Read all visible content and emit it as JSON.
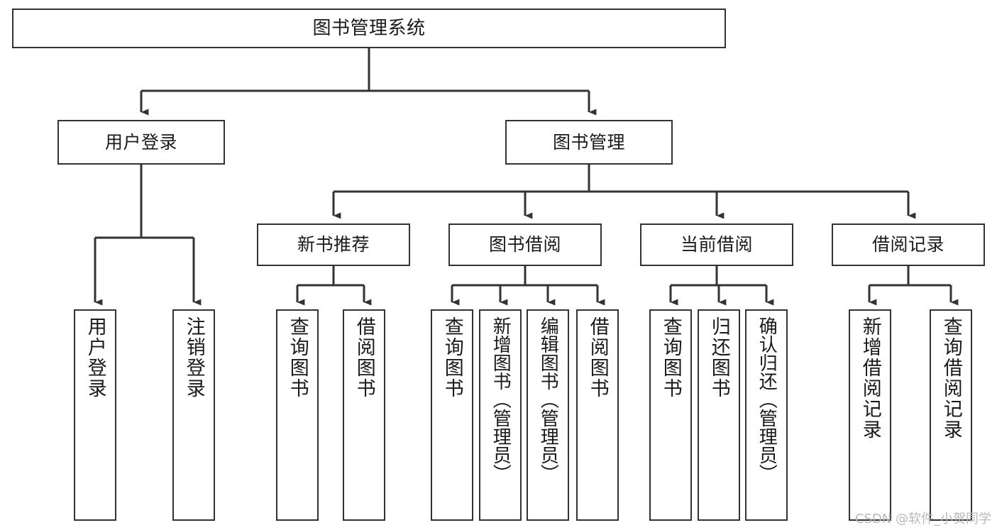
{
  "diagram": {
    "type": "tree-hierarchy",
    "title": "图书管理系统",
    "orientation": "top-down",
    "colors": {
      "node_border": "#333333",
      "node_fill": "#ffffff",
      "edge": "#333333",
      "text": "#1a1a1a",
      "watermark": "#b9b9b9",
      "background": "#ffffff"
    },
    "watermark": "CSDN @软件_小贺同学",
    "levels": {
      "level1": [
        "图书管理系统"
      ],
      "level2": [
        "用户登录",
        "图书管理"
      ],
      "level3": [
        "新书推荐",
        "图书借阅",
        "当前借阅",
        "借阅记录"
      ],
      "level4": [
        "用户登录",
        "注销登录",
        "查询图书",
        "借阅图书",
        "查询图书",
        "新增图书（管理员）",
        "编辑图书（管理员）",
        "借阅图书",
        "查询图书",
        "归还图书",
        "确认归还（管理员）",
        "新增借阅记录",
        "查询借阅记录"
      ]
    },
    "nodes": {
      "root": {
        "label": "图书管理系统",
        "level": 1
      },
      "user_login": {
        "label": "用户登录",
        "level": 2
      },
      "book_manage": {
        "label": "图书管理",
        "level": 2
      },
      "new_book_rec": {
        "label": "新书推荐",
        "level": 3
      },
      "book_borrow": {
        "label": "图书借阅",
        "level": 3
      },
      "current_borrow": {
        "label": "当前借阅",
        "level": 3
      },
      "borrow_record": {
        "label": "借阅记录",
        "level": 3
      },
      "leaf_user_login": {
        "label": "用户登录",
        "level": 4
      },
      "leaf_logout": {
        "label": "注销登录",
        "level": 4
      },
      "leaf_query_book_a": {
        "label": "查询图书",
        "level": 4
      },
      "leaf_borrow_book_a": {
        "label": "借阅图书",
        "level": 4
      },
      "leaf_query_book_b": {
        "label": "查询图书",
        "level": 4
      },
      "leaf_add_book": {
        "label": "新增图书（管理员）",
        "level": 4
      },
      "leaf_edit_book": {
        "label": "编辑图书（管理员）",
        "level": 4
      },
      "leaf_borrow_book_b": {
        "label": "借阅图书",
        "level": 4
      },
      "leaf_query_book_c": {
        "label": "查询图书",
        "level": 4
      },
      "leaf_return_book": {
        "label": "归还图书",
        "level": 4
      },
      "leaf_confirm_return": {
        "label": "确认归还（管理员）",
        "level": 4
      },
      "leaf_add_record": {
        "label": "新增借阅记录",
        "level": 4
      },
      "leaf_query_record": {
        "label": "查询借阅记录",
        "level": 4
      }
    },
    "edges": [
      {
        "from": "root",
        "to": "user_login"
      },
      {
        "from": "root",
        "to": "book_manage"
      },
      {
        "from": "user_login",
        "to": "leaf_user_login"
      },
      {
        "from": "user_login",
        "to": "leaf_logout"
      },
      {
        "from": "book_manage",
        "to": "new_book_rec"
      },
      {
        "from": "book_manage",
        "to": "book_borrow"
      },
      {
        "from": "book_manage",
        "to": "current_borrow"
      },
      {
        "from": "book_manage",
        "to": "borrow_record"
      },
      {
        "from": "new_book_rec",
        "to": "leaf_query_book_a"
      },
      {
        "from": "new_book_rec",
        "to": "leaf_borrow_book_a"
      },
      {
        "from": "book_borrow",
        "to": "leaf_query_book_b"
      },
      {
        "from": "book_borrow",
        "to": "leaf_add_book"
      },
      {
        "from": "book_borrow",
        "to": "leaf_edit_book"
      },
      {
        "from": "book_borrow",
        "to": "leaf_borrow_book_b"
      },
      {
        "from": "current_borrow",
        "to": "leaf_query_book_c"
      },
      {
        "from": "current_borrow",
        "to": "leaf_return_book"
      },
      {
        "from": "current_borrow",
        "to": "leaf_confirm_return"
      },
      {
        "from": "borrow_record",
        "to": "leaf_add_record"
      },
      {
        "from": "borrow_record",
        "to": "leaf_query_record"
      }
    ]
  }
}
